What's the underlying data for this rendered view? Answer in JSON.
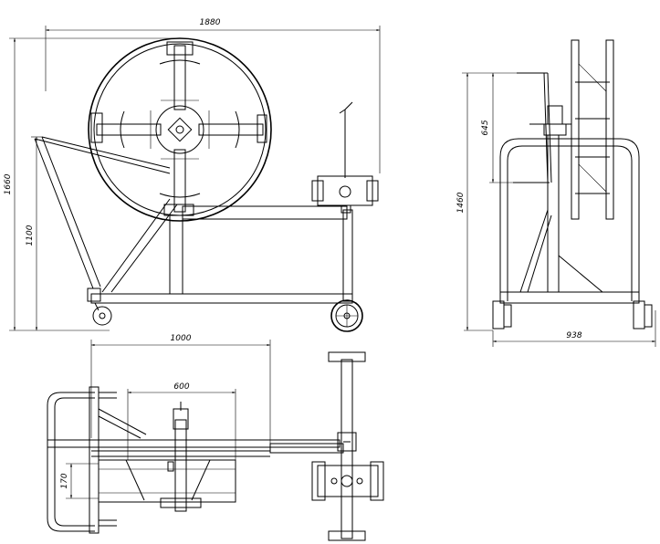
{
  "dimensions": {
    "side_overall_width": "1880",
    "side_overall_height": "1660",
    "side_frame_height": "1100",
    "front_upper_height": "645",
    "front_overall_height": "1460",
    "front_overall_width": "938",
    "plan_outer_width": "1000",
    "plan_inner_width": "600",
    "plan_depth": "170"
  }
}
